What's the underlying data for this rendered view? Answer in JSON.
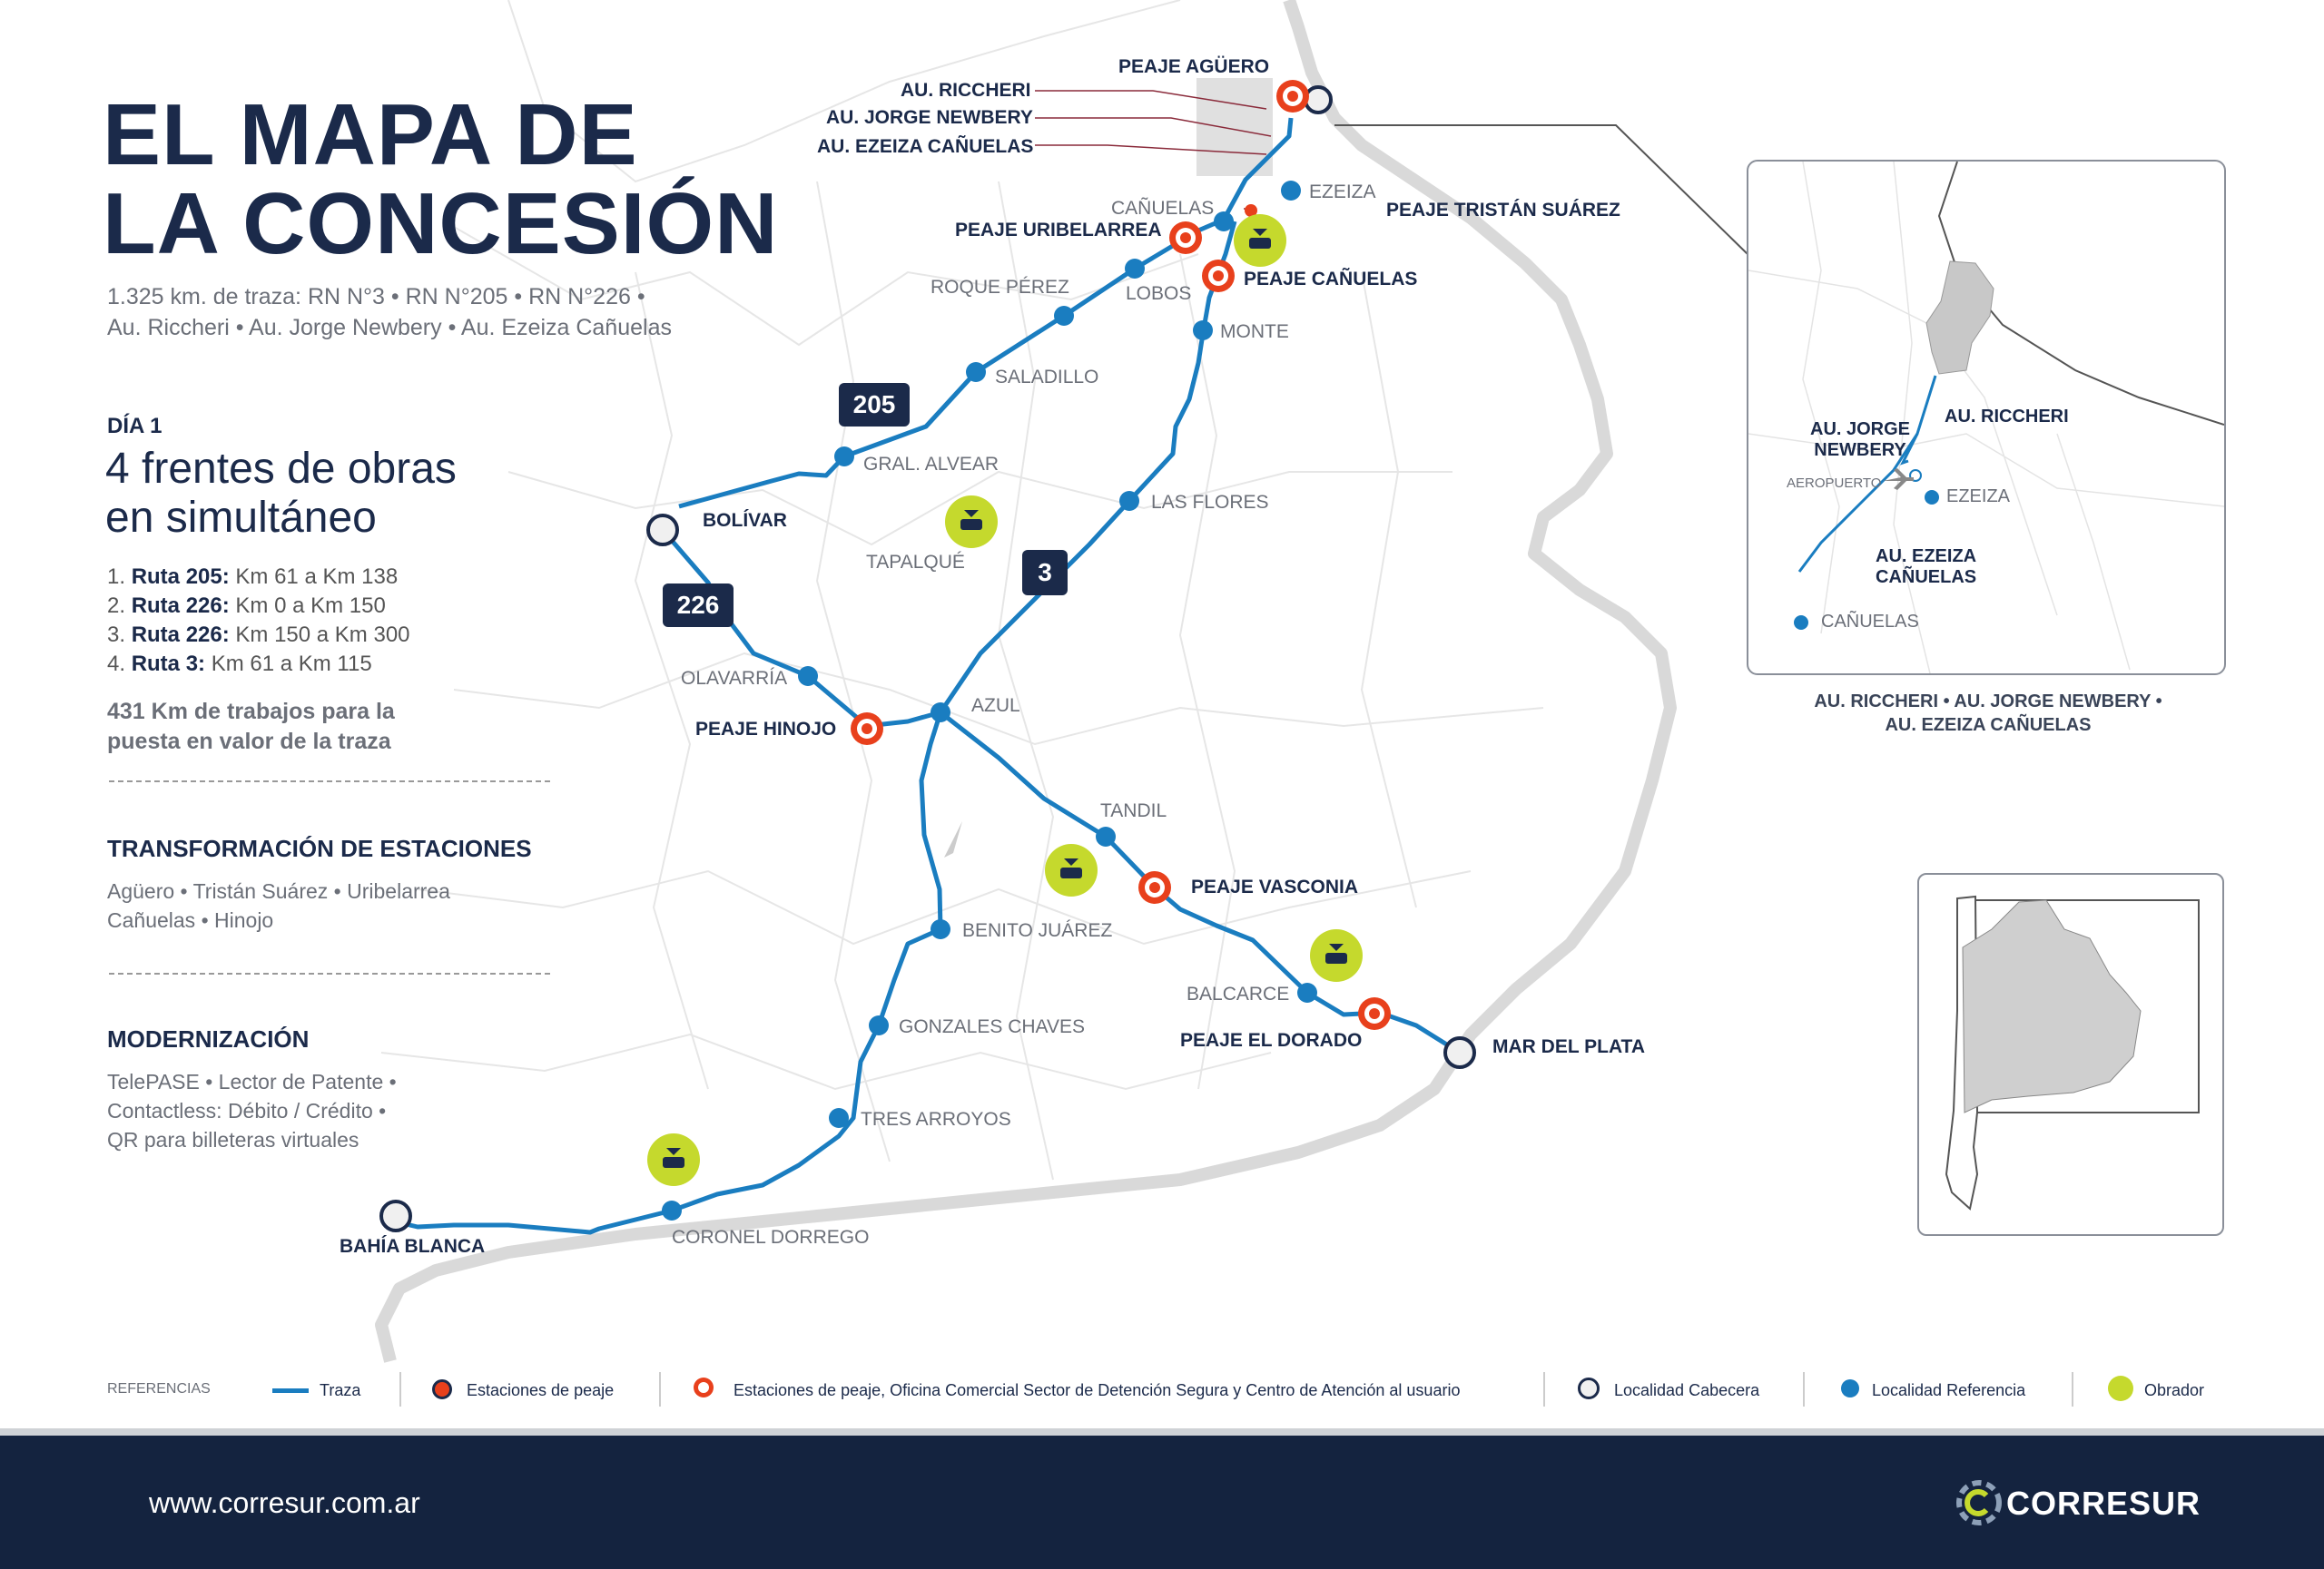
{
  "title_line1": "EL MAPA DE",
  "title_line2": "LA CONCESIÓN",
  "subtitle_line1": "1.325 km. de traza: RN N°3 • RN N°205 • RN N°226 •",
  "subtitle_line2": "Au. Riccheri • Au. Jorge Newbery • Au. Ezeiza Cañuelas",
  "dia": "DÍA 1",
  "frentes_line1": "4 frentes de obras",
  "frentes_line2": "en simultáneo",
  "rutas": [
    {
      "num": "1.",
      "name": "Ruta 205:",
      "range": "Km 61 a Km 138"
    },
    {
      "num": "2.",
      "name": "Ruta 226:",
      "range": "Km 0 a Km 150"
    },
    {
      "num": "3.",
      "name": "Ruta 226:",
      "range": "Km 150 a Km 300"
    },
    {
      "num": "4.",
      "name": "Ruta 3:",
      "range": "Km 61 a Km 115"
    }
  ],
  "km_line1": "431 Km de trabajos para la",
  "km_line2": "puesta en valor de la traza",
  "transformacion": {
    "heading": "TRANSFORMACIÓN DE ESTACIONES",
    "line1": "Agüero • Tristán Suárez • Uribelarrea",
    "line2": "Cañuelas • Hinojo"
  },
  "modernizacion": {
    "heading": "MODERNIZACIÓN",
    "line1": "TelePASE • Lector de Patente •",
    "line2": "Contactless: Débito / Crédito •",
    "line3": "QR para billeteras virtuales"
  },
  "map_labels": {
    "peaje_aguero": "PEAJE AGÜERO",
    "au_riccheri": "AU. RICCHERI",
    "au_jorge_newbery": "AU. JORGE NEWBERY",
    "au_ezeiza_canuelas": "AU. EZEIZA CAÑUELAS",
    "canuelas": "CAÑUELAS",
    "ezeiza": "EZEIZA",
    "peaje_tristan_suarez": "PEAJE TRISTÁN SUÁREZ",
    "peaje_uribelarrea": "PEAJE URIBELARREA",
    "peaje_canuelas": "PEAJE CAÑUELAS",
    "roque_perez": "ROQUE PÉREZ",
    "lobos": "LOBOS",
    "monte": "MONTE",
    "saladillo": "SALADILLO",
    "gral_alvear": "GRAL. ALVEAR",
    "bolivar": "BOLÍVAR",
    "tapalque": "TAPALQUÉ",
    "las_flores": "LAS FLORES",
    "olavarria": "OLAVARRÍA",
    "peaje_hinojo": "PEAJE HINOJO",
    "azul": "AZUL",
    "tandil": "TANDIL",
    "peaje_vasconia": "PEAJE VASCONIA",
    "benito_juarez": "BENITO JUÁREZ",
    "balcarce": "BALCARCE",
    "peaje_el_dorado": "PEAJE EL DORADO",
    "mar_del_plata": "MAR DEL PLATA",
    "gonzales_chaves": "GONZALES CHAVES",
    "tres_arroyos": "TRES ARROYOS",
    "coronel_dorrego": "CORONEL DORREGO",
    "bahia_blanca": "BAHÍA BLANCA"
  },
  "route_shields": {
    "r205": "205",
    "r226": "226",
    "r3": "3"
  },
  "inset": {
    "au_riccheri": "AU. RICCHERI",
    "au_jorge_newbery_1": "AU. JORGE",
    "au_jorge_newbery_2": "NEWBERY",
    "aeropuerto": "AEROPUERTO",
    "ezeiza": "EZEIZA",
    "au_ezeiza_1": "AU. EZEIZA",
    "au_ezeiza_2": "CAÑUELAS",
    "canuelas": "CAÑUELAS",
    "caption_line1": "AU. RICCHERI • AU. JORGE NEWBERY •",
    "caption_line2": "AU. EZEIZA CAÑUELAS"
  },
  "legend": {
    "title": "REFERENCIAS",
    "traza": "Traza",
    "peaje": "Estaciones de peaje",
    "peaje_full": "Estaciones de peaje, Oficina Comercial Sector de Detención Segura y Centro de Atención al usuario",
    "cabecera": "Localidad Cabecera",
    "referencia": "Localidad Referencia",
    "obrador": "Obrador"
  },
  "footer": {
    "url": "www.corresur.com.ar",
    "brand": "CORRESUR"
  },
  "colors": {
    "navy": "#1b2a4a",
    "route": "#1a7dc0",
    "toll": "#e8401c",
    "obrador": "#c5d92d",
    "grey": "#d6d6d6"
  }
}
